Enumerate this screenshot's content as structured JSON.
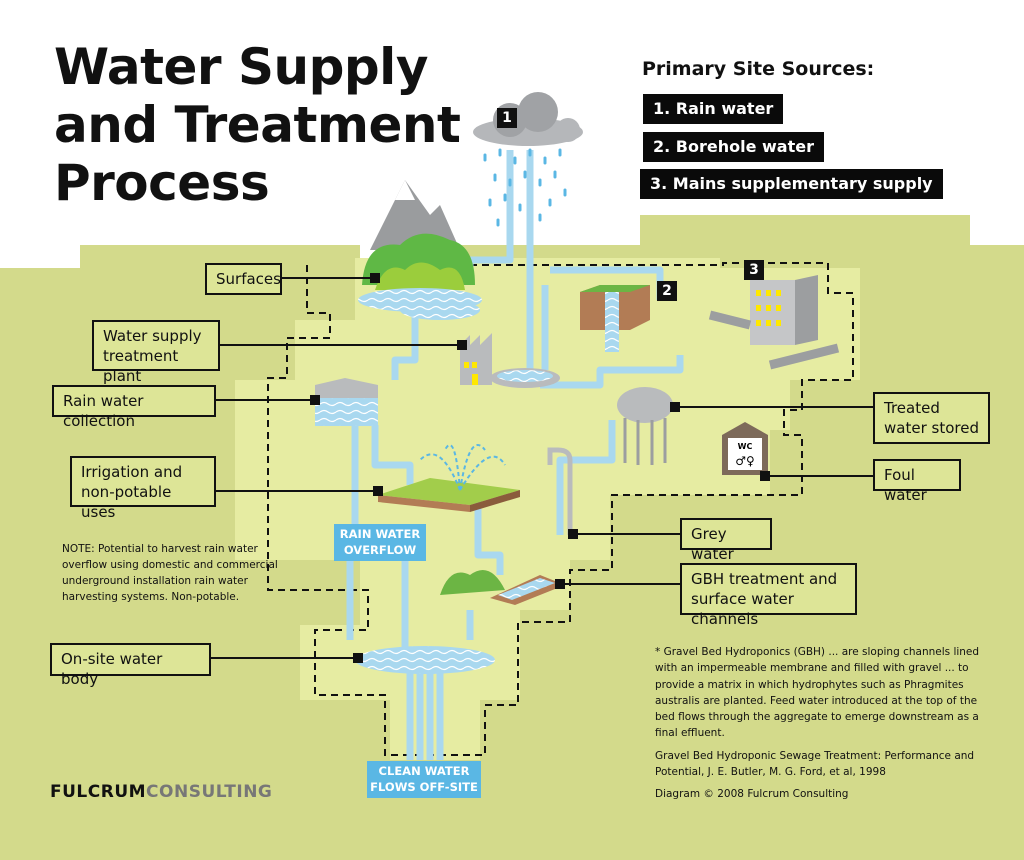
{
  "title": "Water Supply and Treatment Process",
  "title_lines": [
    "Water Supply",
    "and Treatment",
    "Process"
  ],
  "sources": {
    "heading": "Primary Site Sources:",
    "items": [
      "1. Rain water",
      "2. Borehole water",
      "3. Mains supplementary supply"
    ]
  },
  "markers": [
    "1",
    "2",
    "3"
  ],
  "labels": {
    "surfaces": "Surfaces",
    "treatment_plant": "Water supply treatment plant",
    "rain_collection": "Rain water collection",
    "irrigation": "Irrigation and non-potable uses",
    "water_body": "On-site water body",
    "treated_stored": "Treated water stored",
    "foul_water": "Foul water",
    "grey_water": "Grey water",
    "gbh": "GBH treatment and surface water channels"
  },
  "badges": {
    "overflow": "RAIN WATER OVERFLOW",
    "clean": "CLEAN WATER FLOWS OFF-SITE"
  },
  "wc_sign": "WC",
  "note": "NOTE: Potential to harvest rain water overflow using domestic and commercial underground installation rain water harvesting systems. Non-potable.",
  "footnote": {
    "gbh_definition": "* Gravel Bed Hydroponics (GBH) ... are sloping channels lined with an impermeable membrane and filled with gravel ... to provide a matrix in which hydrophytes such as Phragmites australis are planted. Feed water introduced at the top of the bed flows through the aggregate to emerge downstream as a final effluent.",
    "reference": "Gravel Bed Hydroponic Sewage Treatment: Performance and Potential, J. E. Butler, M. G. Ford, et al, 1998",
    "copyright": "Diagram © 2008 Fulcrum Consulting"
  },
  "logo": {
    "bold": "FULCRUM",
    "light": "CONSULTING"
  },
  "colors": {
    "land": "#d3da8b",
    "site": "#e6eca2",
    "water": "#a9d8ef",
    "badge": "#5ab7e4",
    "label_fill": "#dde597"
  }
}
